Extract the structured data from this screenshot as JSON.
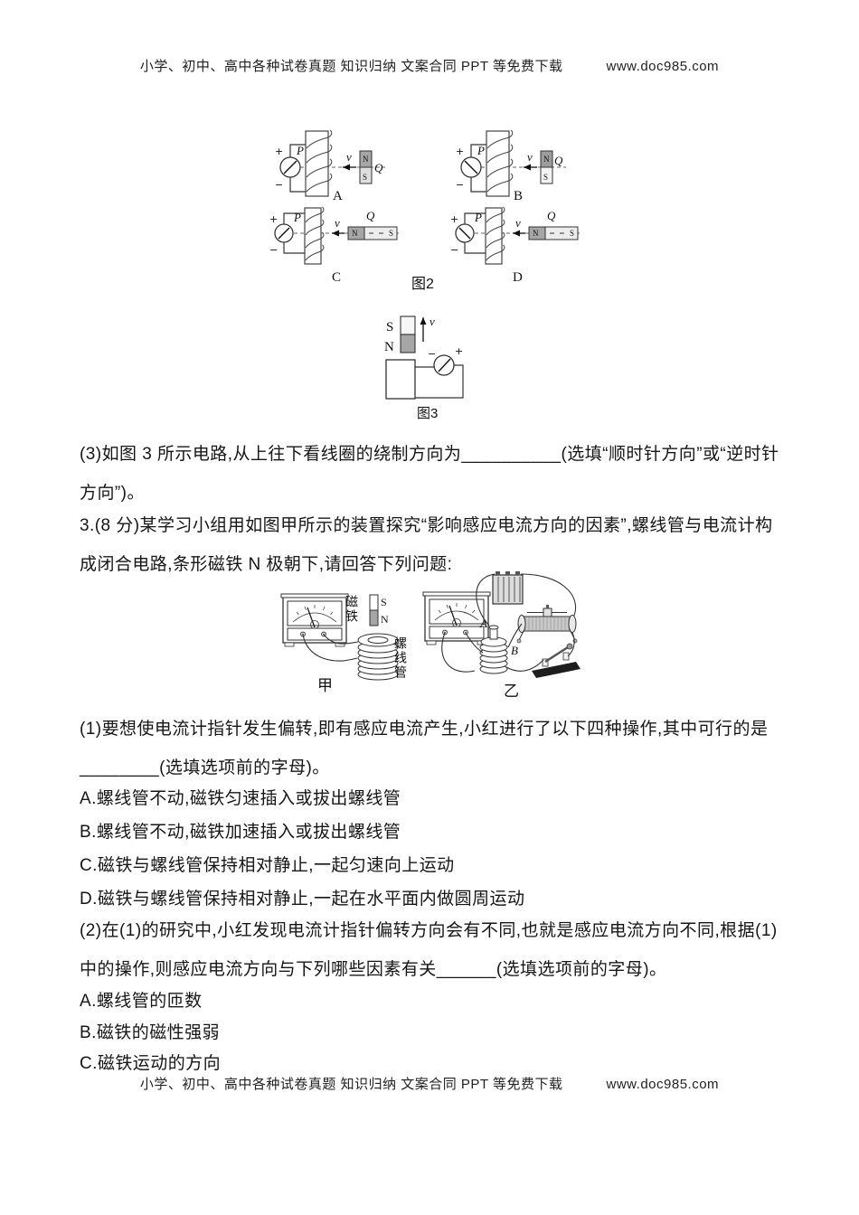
{
  "header": {
    "text": "小学、初中、高中各种试卷真题 知识归纳 文案合同 PPT 等免费下载",
    "url": "www.doc985.com"
  },
  "footer": {
    "text": "小学、初中、高中各种试卷真题 知识归纳 文案合同 PPT 等免费下载",
    "url": "www.doc985.com"
  },
  "signs": {
    "plus": "+",
    "minus": "−"
  },
  "figure2": {
    "caption": "图2",
    "label_p": "P",
    "label_q": "Q",
    "label_v": "v",
    "label_n": "N",
    "label_s": "S",
    "letters": {
      "a": "A",
      "b": "B",
      "c": "C",
      "d": "D"
    }
  },
  "figure3": {
    "caption": "图3",
    "label_s": "S",
    "label_n": "N",
    "label_v": "v"
  },
  "question2_part3": {
    "line1": "(3)如图 3 所示电路,从上往下看线圈的绕制方向为__________(选填“顺时针方向”或“逆时针",
    "line2": "方向”)。"
  },
  "question3": {
    "stem_line1": "3.(8 分)某学习小组用如图甲所示的装置探究“影响感应电流方向的因素”,螺线管与电流计构",
    "stem_line2": "成闭合电路,条形磁铁 N 极朝下,请回答下列问题:",
    "figure": {
      "left_caption": "甲",
      "right_caption": "乙",
      "magnet_label": "磁铁",
      "magnet_s": "S",
      "magnet_n": "N",
      "coil_label": "螺线管",
      "point_a": "A",
      "point_b": "B"
    },
    "part1": {
      "line1": "(1)要想使电流计指针发生偏转,即有感应电流产生,小红进行了以下四种操作,其中可行的是",
      "line2": "________(选填选项前的字母)。",
      "options": [
        "A.螺线管不动,磁铁匀速插入或拔出螺线管",
        "B.螺线管不动,磁铁加速插入或拔出螺线管",
        "C.磁铁与螺线管保持相对静止,一起匀速向上运动",
        "D.磁铁与螺线管保持相对静止,一起在水平面内做圆周运动"
      ]
    },
    "part2": {
      "line1": "(2)在(1)的研究中,小红发现电流计指针偏转方向会有不同,也就是感应电流方向不同,根据(1)",
      "line2": "中的操作,则感应电流方向与下列哪些因素有关______(选填选项前的字母)。",
      "options": [
        "A.螺线管的匝数",
        "B.磁铁的磁性强弱",
        "C.磁铁运动的方向"
      ]
    }
  }
}
